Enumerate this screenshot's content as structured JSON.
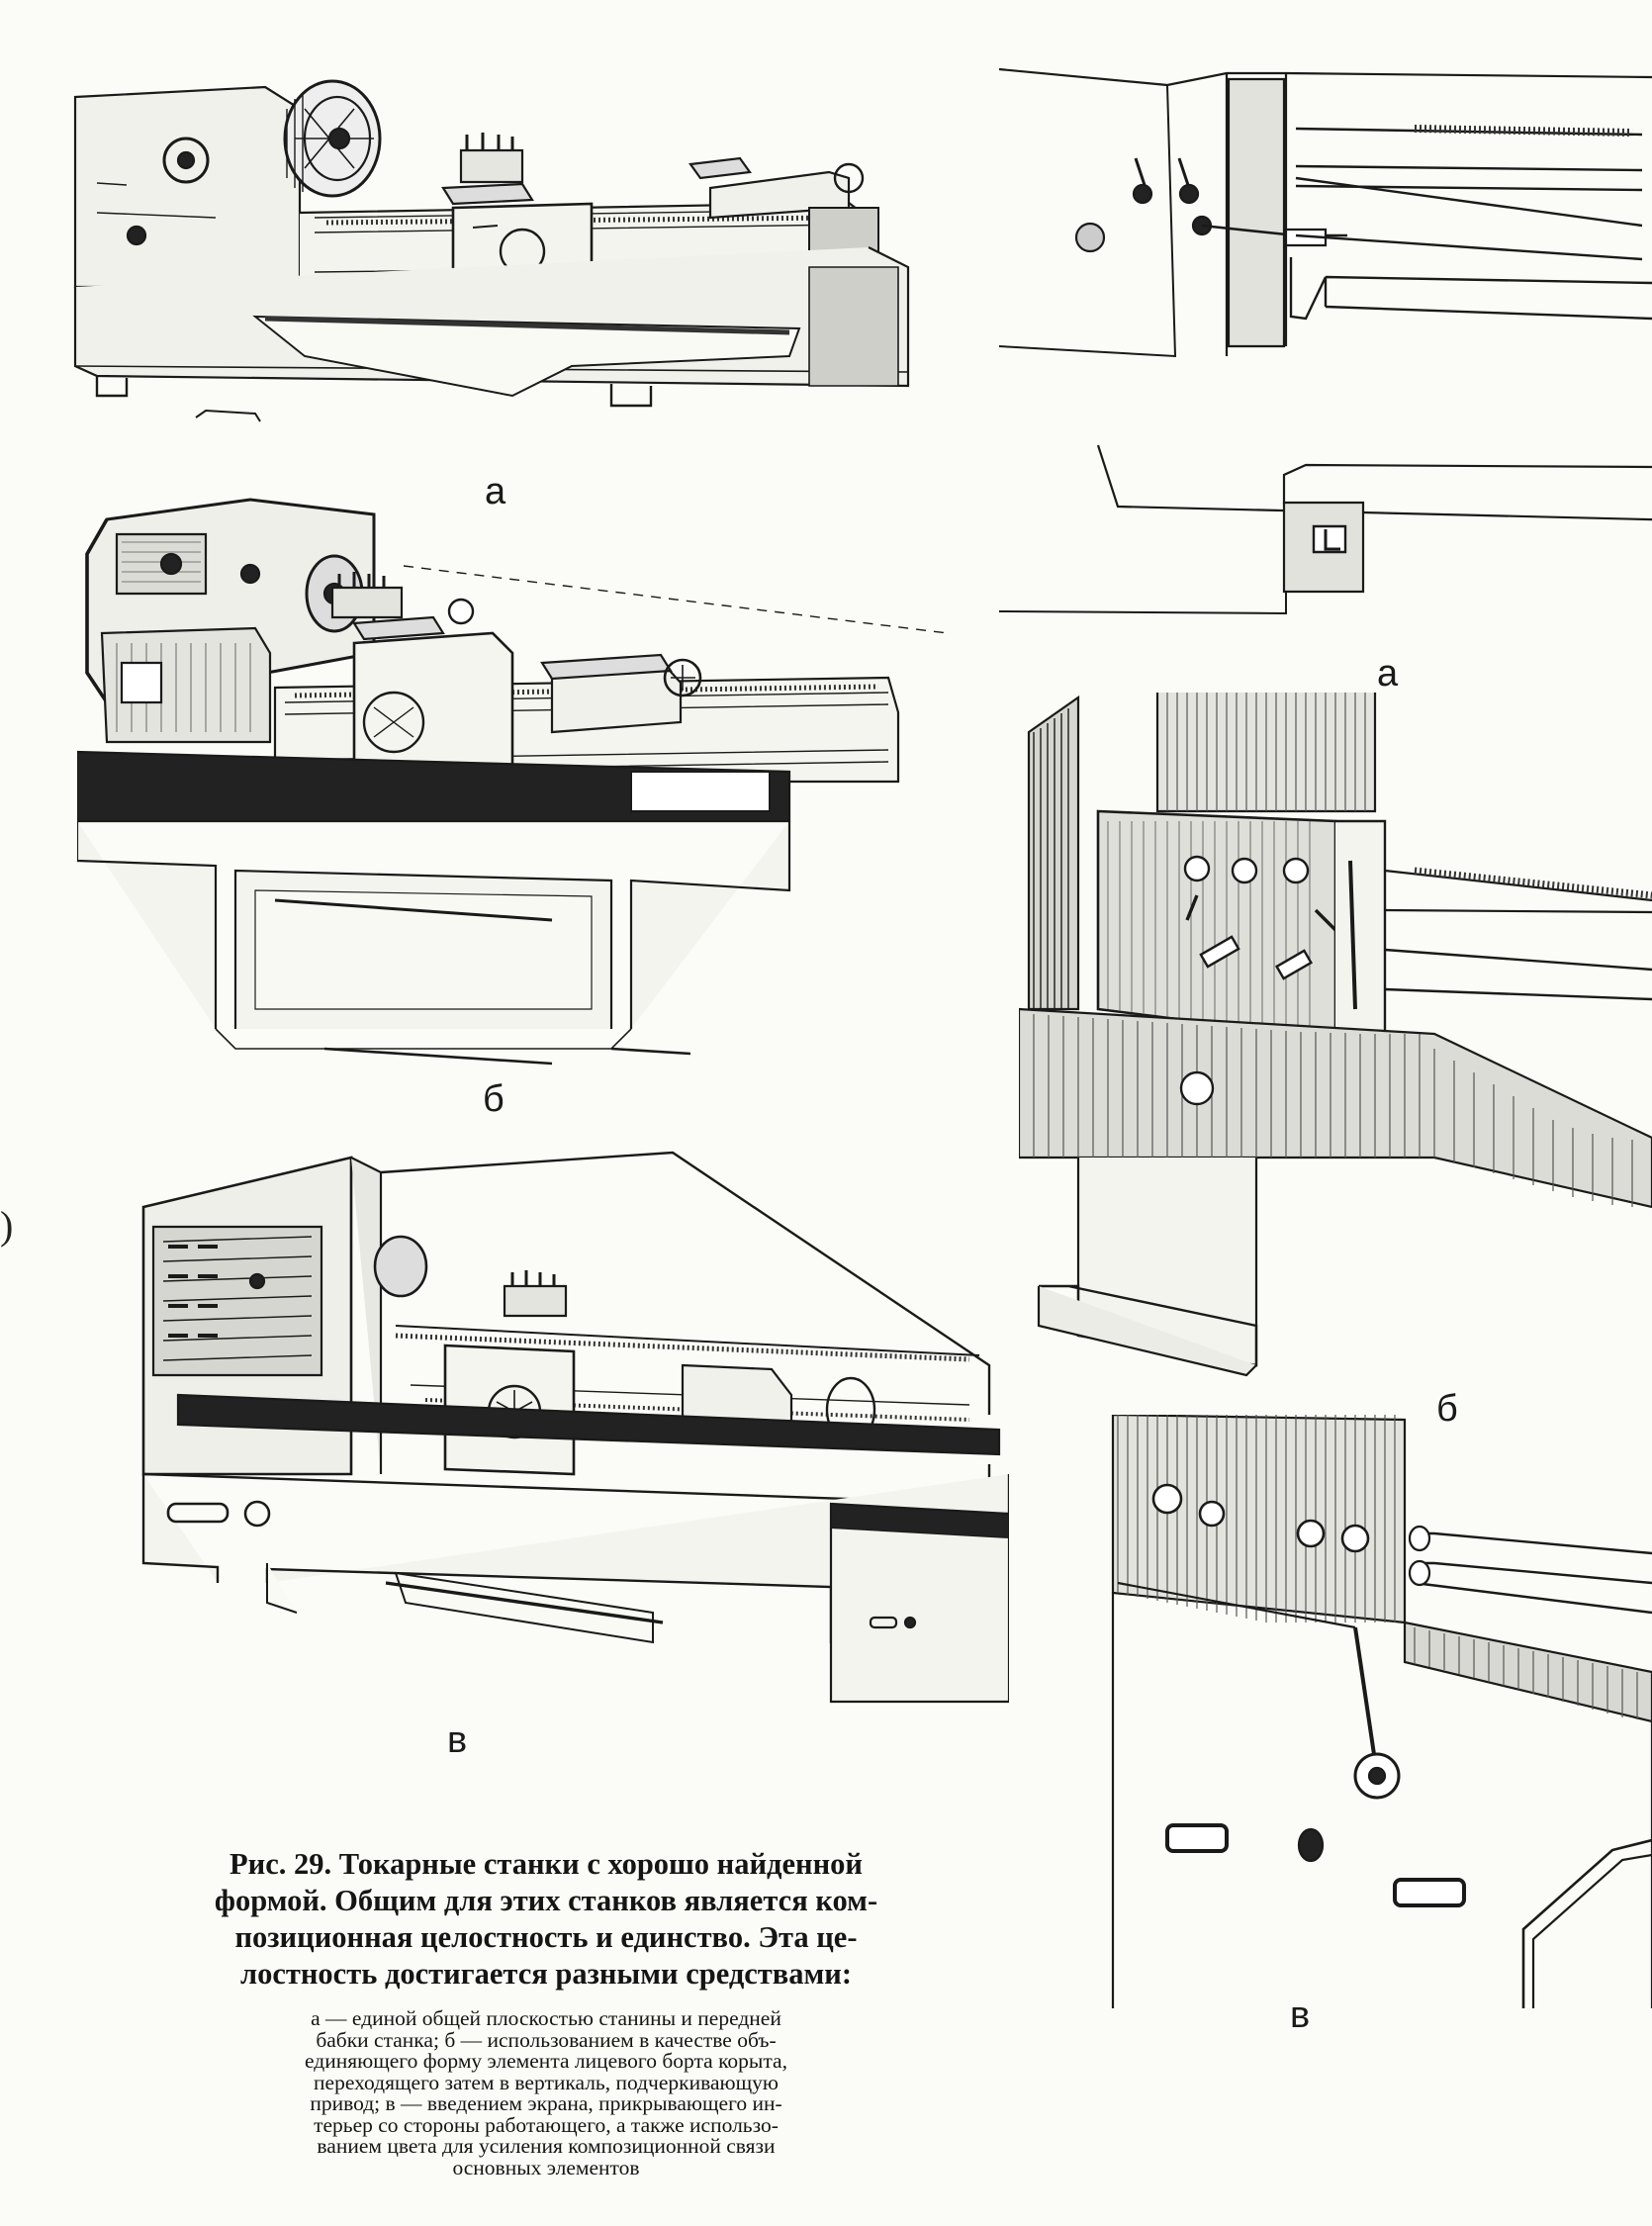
{
  "figure": {
    "panels": {
      "left_a": "а",
      "left_b": "б",
      "left_c": "в",
      "right_a": "а",
      "right_b": "б",
      "right_c": "в"
    },
    "caption": {
      "title_lines": [
        "Рис. 29. Токарные станки с хорошо найденной",
        "формой. Общим для этих станков является ком-",
        "позиционная целостность и единство. Эта це-",
        "лостность достигается разными средствами:"
      ],
      "body_lines": [
        "а — единой общей плоскостью станины и передней",
        "бабки станка; б — использованием в качестве объ-",
        "единяющего форму элемента лицевого борта корыта,",
        "переходящего затем в вертикаль, подчеркивающую",
        "привод; в — введением экрана, прикрывающего ин-",
        "терьер со стороны работающего, а также использо-",
        "ванием цвета для усиления композиционной связи",
        "основных элементов"
      ]
    }
  }
}
